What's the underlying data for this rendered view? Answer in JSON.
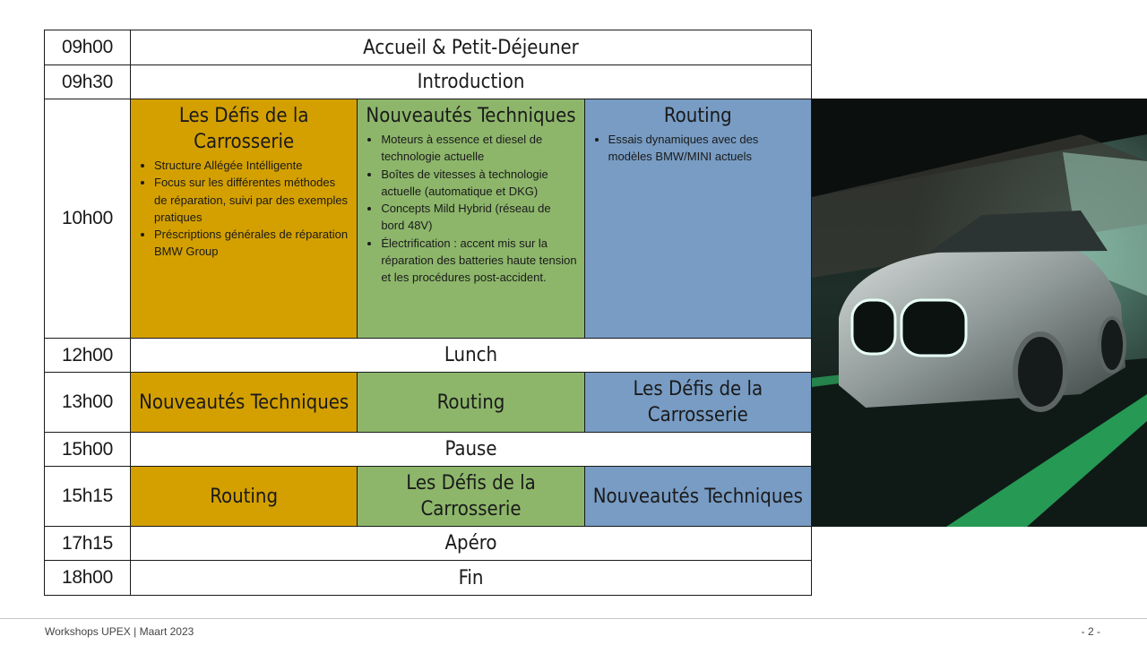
{
  "schedule": {
    "r0": {
      "time": "09h00",
      "label": "Accueil & Petit-Déjeuner"
    },
    "r1": {
      "time": "09h30",
      "label": "Introduction"
    },
    "r2": {
      "time": "10h00",
      "col1": {
        "title": "Les Défis de la Carrosserie",
        "items": [
          "Structure Allégée Intélligente",
          "Focus sur les différentes méthodes de réparation, suivi par des exemples pratiques",
          "Préscriptions générales de réparation BMW Group"
        ]
      },
      "col2": {
        "title": "Nouveautés Techniques",
        "items": [
          "Moteurs à essence et diesel de technologie actuelle",
          "Boîtes de vitesses à technologie actuelle (automatique et DKG)",
          "Concepts Mild Hybrid (réseau de bord 48V)",
          "Électrification : accent mis sur la réparation des batteries haute tension et les procédures post-accident."
        ]
      },
      "col3": {
        "title": "Routing",
        "items": [
          "Essais dynamiques avec des modèles BMW/MINI actuels"
        ]
      }
    },
    "r3": {
      "time": "12h00",
      "label": "Lunch"
    },
    "r4": {
      "time": "13h00",
      "c1": "Nouveautés Techniques",
      "c2": "Routing",
      "c3": "Les Défis de la Carrosserie"
    },
    "r5": {
      "time": "15h00",
      "label": "Pause"
    },
    "r6": {
      "time": "15h15",
      "c1": "Routing",
      "c2": "Les Défis de la Carrosserie",
      "c3": "Nouveautés Techniques"
    },
    "r7": {
      "time": "17h15",
      "label": "Apéro"
    },
    "r8": {
      "time": "18h00",
      "label": "Fin"
    }
  },
  "colors": {
    "gold": "#d4a000",
    "green": "#8db66b",
    "blue": "#789cc4"
  },
  "footer": {
    "left": "Workshops UPEX | Maart 2023",
    "right": "- 2 -"
  }
}
